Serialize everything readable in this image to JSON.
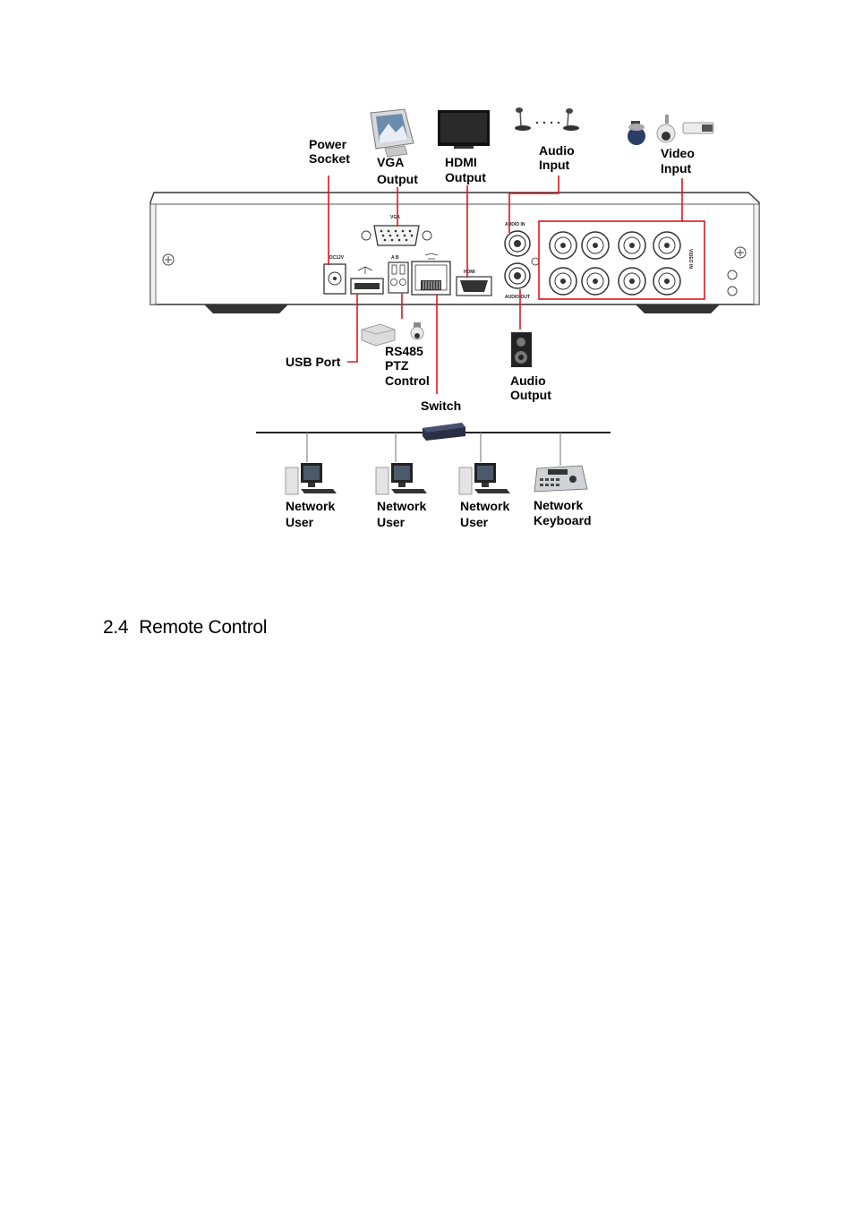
{
  "diagram": {
    "top_labels": {
      "power_socket": [
        "Power",
        "Socket"
      ],
      "vga_output": [
        "VGA",
        "Output"
      ],
      "hdmi_output": [
        "HDMI",
        "Output"
      ],
      "audio_input": [
        "Audio",
        "Input"
      ],
      "video_input": [
        "Video",
        "Input"
      ]
    },
    "panel_marks": {
      "vga": "VGA",
      "audio_in": "AUDIO IN",
      "audio_out": "AUDIO OUT",
      "video_in": "VIDEO IN",
      "hdmi": "HDMI",
      "power": "DC12V",
      "rs485": "A B"
    },
    "bottom_labels": {
      "usb_port": "USB Port",
      "rs485_ptz": [
        "RS485",
        "PTZ",
        "Control"
      ],
      "audio_output": [
        "Audio",
        "Output"
      ],
      "switch": "Switch"
    },
    "network_devices": [
      {
        "line1": "Network",
        "line2": "User"
      },
      {
        "line1": "Network",
        "line2": "User"
      },
      {
        "line1": "Network",
        "line2": "User"
      },
      {
        "line1": "Network",
        "line2": "Keyboard"
      }
    ]
  },
  "section": {
    "number": "2.4",
    "title": "Remote Control"
  }
}
